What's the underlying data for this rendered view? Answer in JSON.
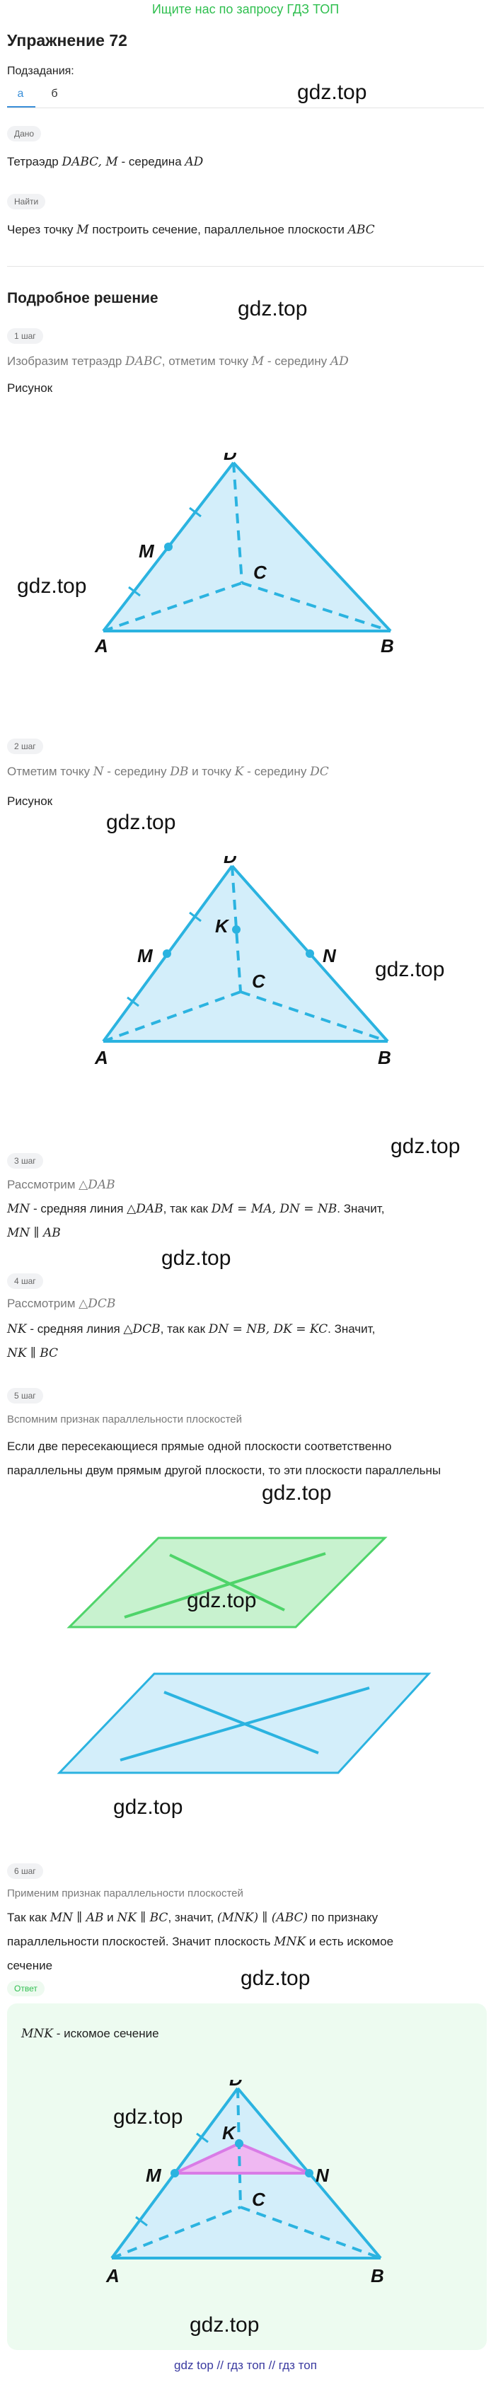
{
  "promo": "Ищите нас по запросу ГДЗ ТОП",
  "title": "Упражнение 72",
  "subtasks_label": "Подзадания:",
  "tabs": [
    {
      "label": "а"
    },
    {
      "label": "б"
    }
  ],
  "given": {
    "badge": "Дано",
    "text_prefix": "Тетраэдр",
    "text_math": "DABC, M",
    "text_mid": "- середина",
    "text_math2": "AD"
  },
  "find": {
    "badge": "Найти",
    "text_prefix": "Через точку",
    "text_math": "M",
    "text_mid": "построить сечение, параллельное плоскости",
    "text_math2": "ABC"
  },
  "solution_title": "Подробное решение",
  "figure_label": "Рисунок",
  "watermark": "gdz.top",
  "steps": [
    {
      "badge": "1 шаг",
      "prefix": "Изобразим тетраэдр",
      "m1": "DABC",
      "mid": ", отметим точку",
      "m2": "M",
      "suffix": "- середину",
      "m3": "AD"
    },
    {
      "badge": "2 шаг",
      "prefix": "Отметим точку",
      "m1": "N",
      "mid": "- середину",
      "m2": "DB",
      "mid2": "и точку",
      "m3": "K",
      "mid3": "- середину",
      "m4": "DC"
    },
    {
      "badge": "3 шаг",
      "title_prefix": "Рассмотрим",
      "title_math": "△DAB",
      "l1_m1": "MN",
      "l1_t1": "- средняя линия",
      "l1_m2": "△DAB",
      "l1_t2": ", так как",
      "l1_m3": "DM = MA,  DN = NB",
      "l1_t3": ". Значит,",
      "l2_m": "MN ∥ AB"
    },
    {
      "badge": "4 шаг",
      "title_prefix": "Рассмотрим",
      "title_math": "△DCB",
      "l1_m1": "NK",
      "l1_t1": "- средняя линия",
      "l1_m2": "△DCB",
      "l1_t2": ", так как",
      "l1_m3": "DN = NB,  DK = KC",
      "l1_t3": ". Значит,",
      "l2_m": "NK ∥ BC"
    },
    {
      "badge": "5 шаг",
      "title": "Вспомним признак параллельности плоскостей",
      "line1": "Если две пересекающиеся прямые одной плоскости соответственно",
      "line2": "параллельны двум прямым другой плоскости, то эти плоскости параллельны"
    },
    {
      "badge": "6 шаг",
      "title": "Применим признак параллельности плоскостей",
      "t1": "Так как",
      "m1": "MN ∥ AB",
      "t2": "и",
      "m2": "NK ∥ BC",
      "t3": ", значит,",
      "m3": "(MNK) ∥ (ABC)",
      "t4": "по признаку",
      "t5": "параллельности плоскостей. Значит плоскость",
      "m4": "MNK",
      "t6": "и есть искомое",
      "t7": "сечение"
    }
  ],
  "answer": {
    "badge": "Ответ",
    "math": "MNK",
    "text": "- искомое сечение"
  },
  "points": {
    "A": "A",
    "B": "B",
    "C": "C",
    "D": "D",
    "M": "M",
    "N": "N",
    "K": "K"
  },
  "footer": {
    "l1": "gdz top",
    "sep1": "//",
    "l2": "гдз топ",
    "sep2": "//",
    "l3": "гдз топ"
  },
  "colors": {
    "accent": "#3a8fd9",
    "edge": "#2bb3e0",
    "fill": "#d3eefa",
    "green_fill": "#c8f2cf",
    "green_edge": "#4fd46a",
    "pink": "#d97be6",
    "promo": "#2fbf4f"
  }
}
